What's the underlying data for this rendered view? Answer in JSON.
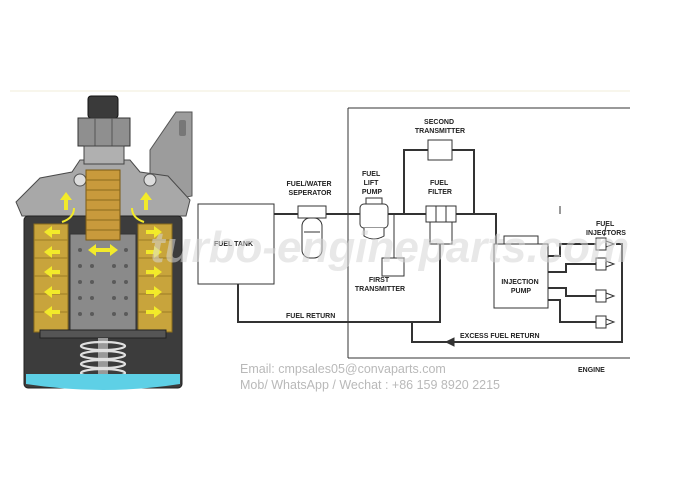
{
  "diagram": {
    "labels": {
      "fuel_tank": "FUEL TANK",
      "fuel_water_separator": [
        "FUEL/WATER",
        "SEPERATOR"
      ],
      "fuel_lift_pump": [
        "FUEL",
        "LIFT",
        "PUMP"
      ],
      "fuel_filter": [
        "FUEL",
        "FILTER"
      ],
      "second_transmitter": [
        "SECOND",
        "TRANSMITTER"
      ],
      "first_transmitter": [
        "FIRST",
        "TRANSMITTER"
      ],
      "fuel_injectors": [
        "FUEL",
        "INJECTORS"
      ],
      "injection_pump": [
        "INJECTION",
        "PUMP"
      ],
      "fuel_return": "FUEL RETURN",
      "excess_fuel_return": "EXCESS FUEL RETURN",
      "engine": "ENGINE"
    }
  },
  "watermark": "turbo-engineparts.com",
  "contact": {
    "email": "Email: cmpsales05@convaparts.com",
    "phone": "Mob/ WhatsApp / Wechat : +86 159 8920 2215"
  },
  "colors": {
    "filter_body": "#3a3a3a",
    "filter_element": "#c8a43c",
    "water": "#5ed0e6",
    "flow_arrow": "#f2ea2a",
    "line": "#333333"
  }
}
